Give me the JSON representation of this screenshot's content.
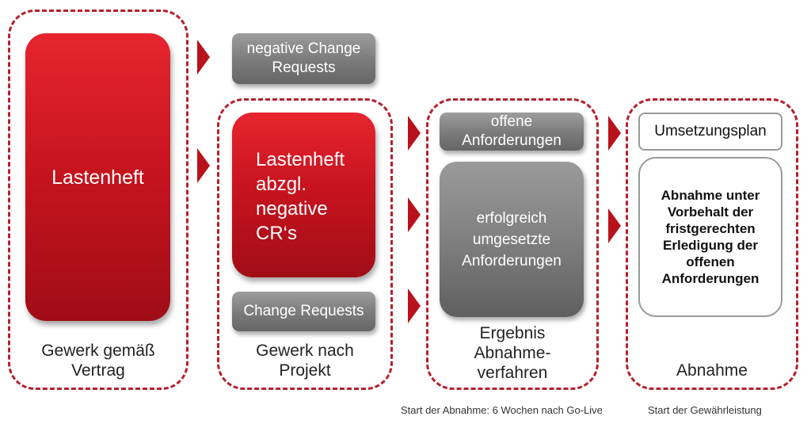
{
  "groups": {
    "contract": {
      "main_box": "Lastenheft",
      "caption": "Gewerk gemäß\nVertrag"
    },
    "negative_cr": "negative Change\nRequests",
    "project": {
      "main_box": "Lastenheft\nabzgl.\nnegative\nCR‘s",
      "change_requests": "Change Requests",
      "caption": "Gewerk nach\nProjekt"
    },
    "acceptance_result": {
      "open_requirements": "offene\nAnforderungen",
      "successful": "erfolgreich\numgesetzte\nAnforderungen",
      "caption": "Ergebnis\nAbnahme-\nverfahren"
    },
    "acceptance": {
      "implementation_plan": "Umsetzungsplan",
      "conditional_acceptance": "Abnahme unter\nVorbehalt der\nfristgerechten\nErledigung der\noffenen\nAnforderungen",
      "caption": "Abnahme"
    }
  },
  "notes": {
    "acceptance_start": "Start der Abnahme: 6 Wochen nach Go-Live",
    "warranty_start": "Start der Gewährleistung"
  },
  "colors": {
    "accent_red": "#c8141f",
    "dashed_border": "#b5202d",
    "grey_box": "#7a7a7a"
  }
}
